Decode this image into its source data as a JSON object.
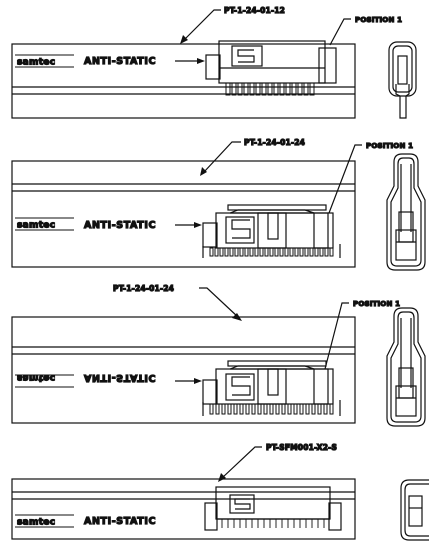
{
  "views": [
    {
      "part_number": "PT-1-24-01-12",
      "position_label": "POSITION 1",
      "brand": "samtec",
      "tube_marking": "ANTI-STATIC"
    },
    {
      "part_number": "PT-1-24-01-24",
      "position_label": "POSITION 1",
      "brand": "samtec",
      "tube_marking": "ANTI-STATIC"
    },
    {
      "part_number": "PT-1-24-01-24",
      "position_label": "POSITION 1",
      "brand": "samtec",
      "tube_marking": "ANTI-STATIC"
    },
    {
      "part_number": "PT-SFM001-X2-S",
      "brand": "samtec",
      "tube_marking": "ANTI-STATIC"
    }
  ]
}
